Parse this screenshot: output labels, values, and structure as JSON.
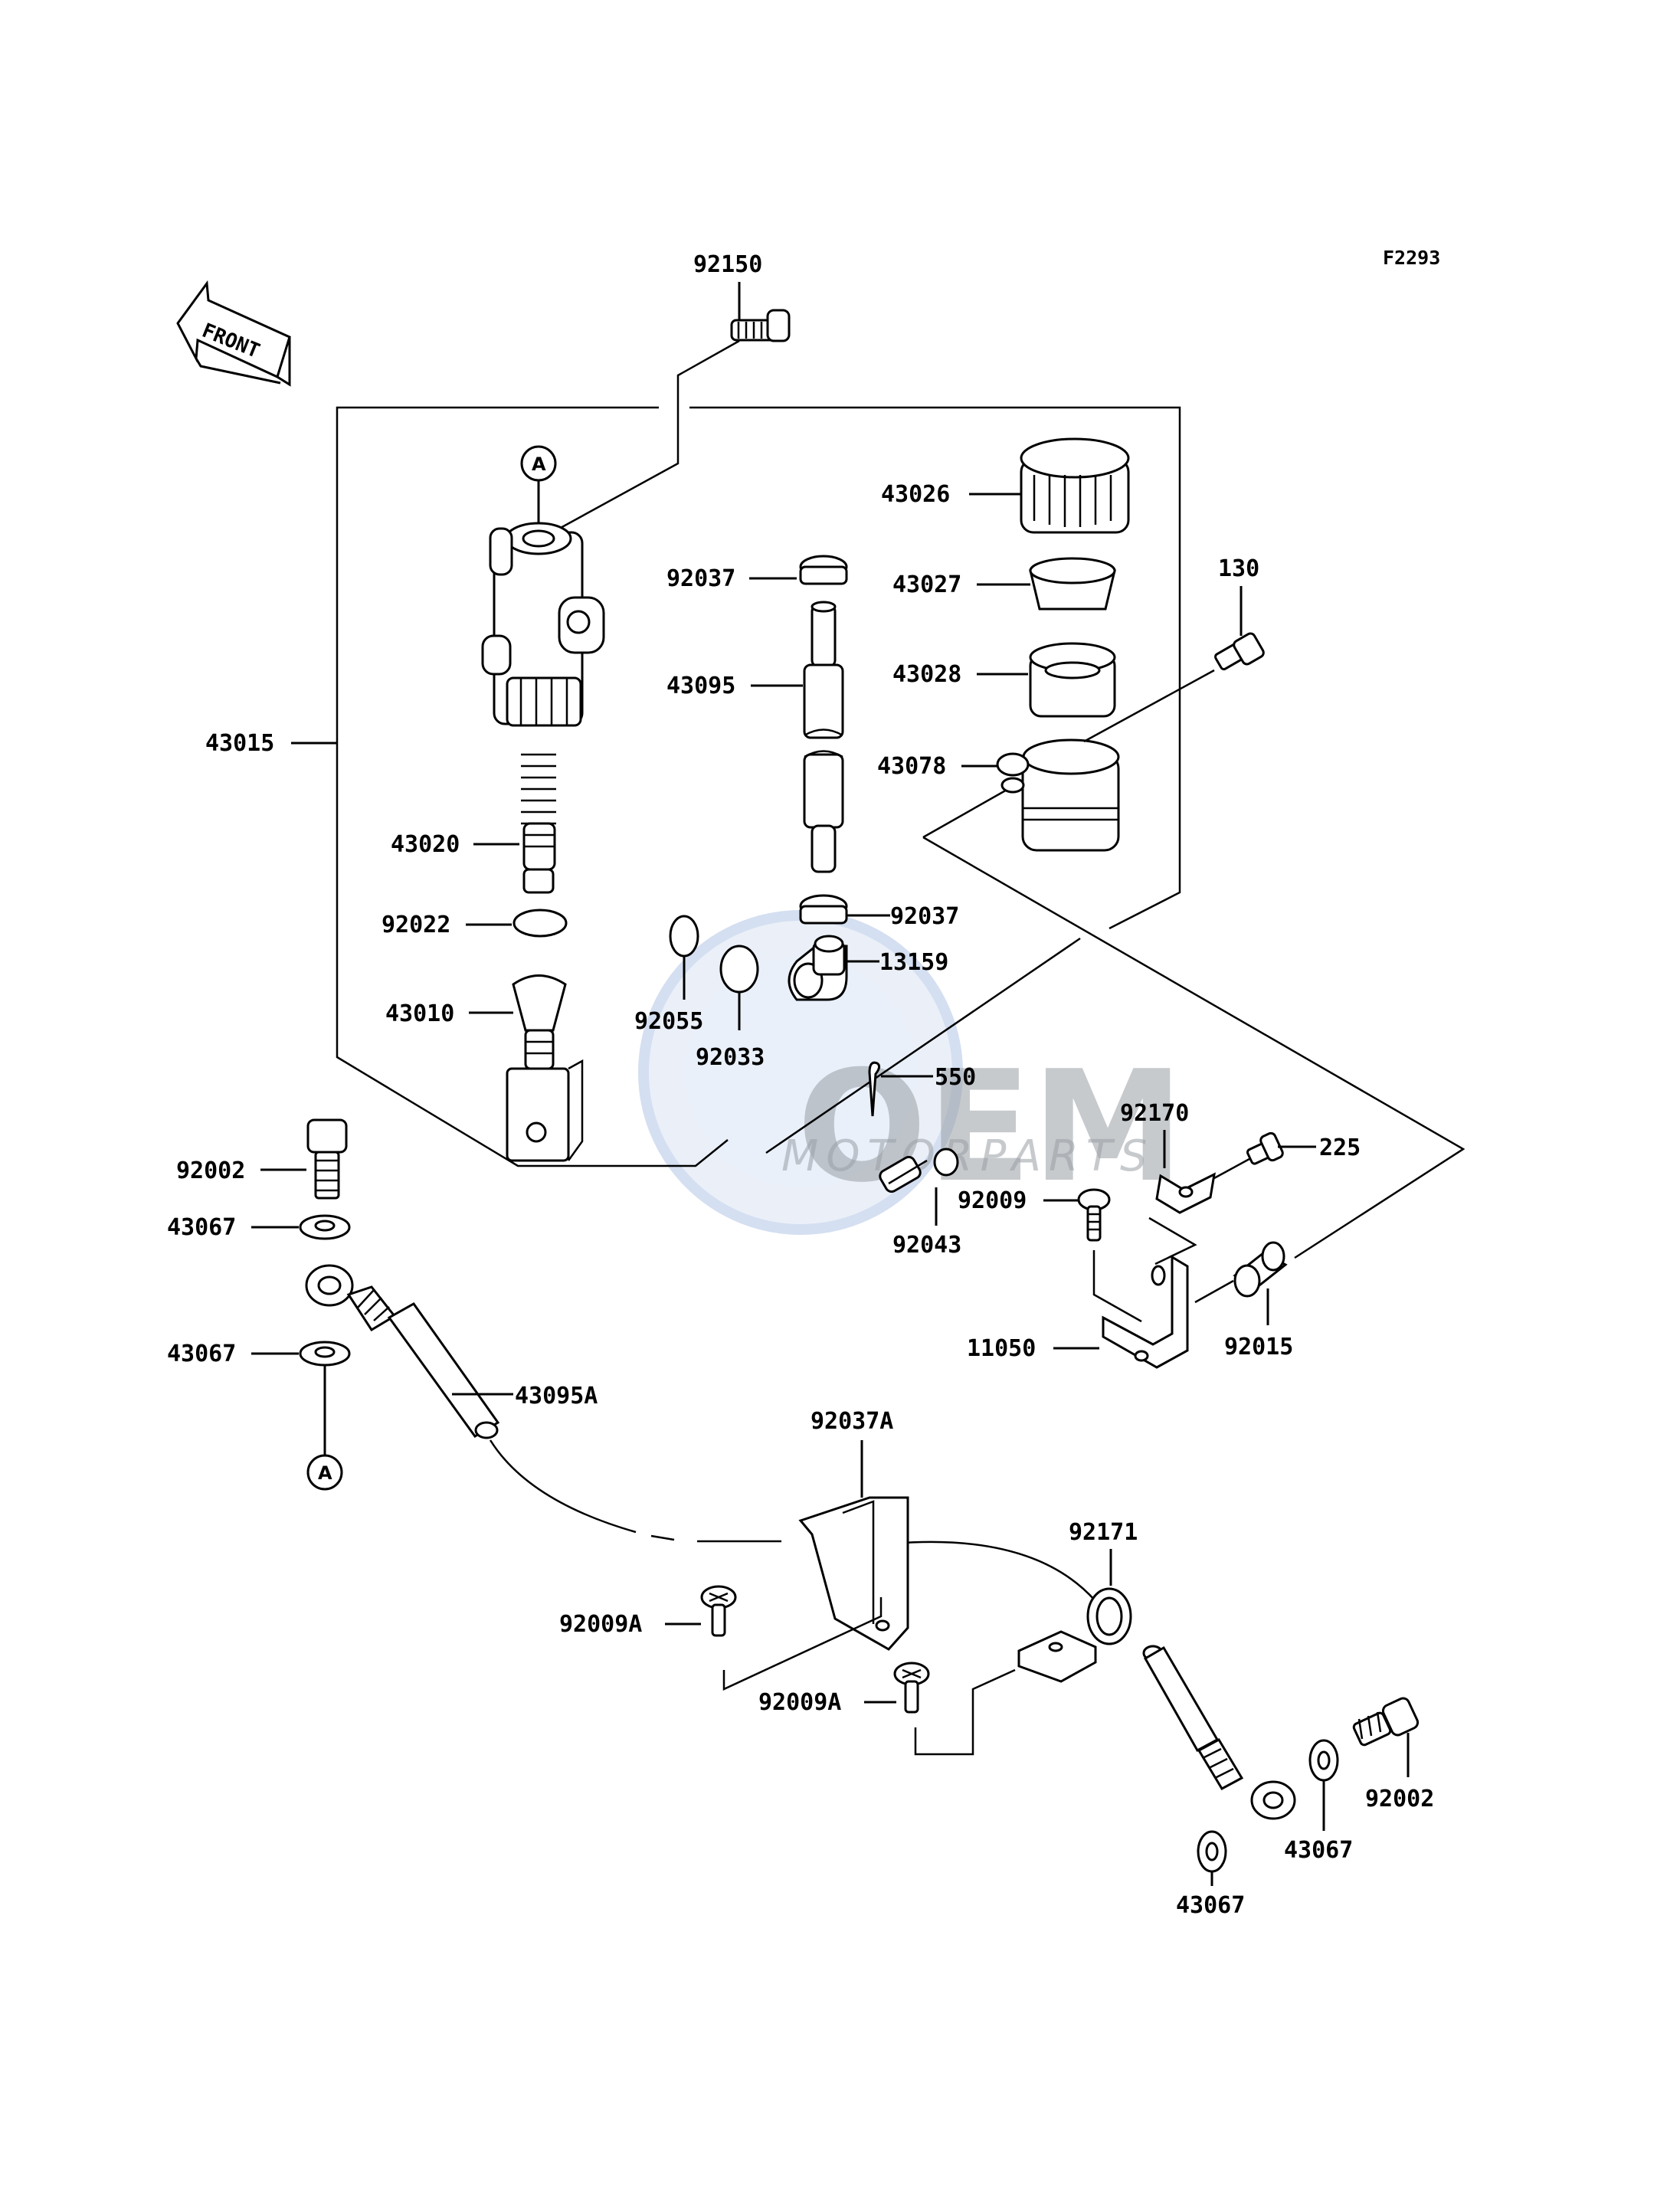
{
  "figure_code": "F2293",
  "front_arrow_label": "FRONT",
  "watermark": {
    "brand": "OEM",
    "sub": "MOTORPARTS"
  },
  "ref_circle_label": "A",
  "parts": {
    "p92150": "92150",
    "p43026": "43026",
    "p92037_top": "92037",
    "p43027": "43027",
    "p130": "130",
    "p43095": "43095",
    "p43028": "43028",
    "p43015": "43015",
    "p43078": "43078",
    "p43020": "43020",
    "p92037_mid": "92037",
    "p92022": "92022",
    "p13159": "13159",
    "p43010": "43010",
    "p92055": "92055",
    "p92033": "92033",
    "p550": "550",
    "p92170": "92170",
    "p92002_left": "92002",
    "p225": "225",
    "p92009": "92009",
    "p43067_a": "43067",
    "p92043": "92043",
    "p43067_b": "43067",
    "p11050": "11050",
    "p92015": "92015",
    "p43095A": "43095A",
    "p92037A": "92037A",
    "p92171": "92171",
    "p92009A_left": "92009A",
    "p92009A_right": "92009A",
    "p92002_right": "92002",
    "p43067_c": "43067",
    "p43067_d": "43067"
  }
}
